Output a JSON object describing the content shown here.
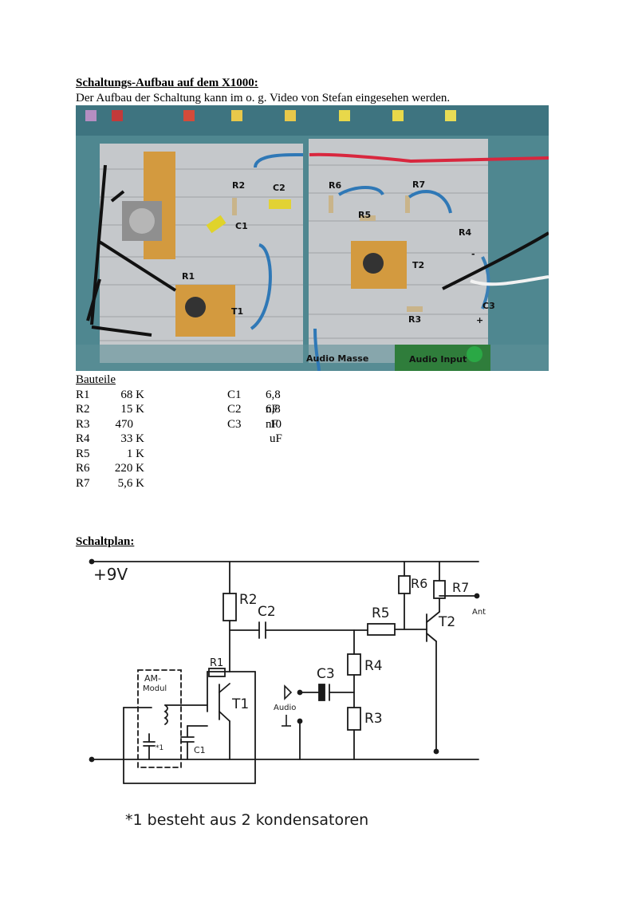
{
  "section1": {
    "heading": "Schaltungs-Aufbau auf dem X1000:",
    "intro": "Der Aufbau der Schaltung kann im o. g. Video von Stefan eingesehen werden."
  },
  "photo_labels": {
    "r1": "R1",
    "r2": "R2",
    "r3": "R3",
    "r4": "R4",
    "r5": "R5",
    "r6": "R6",
    "r7": "R7",
    "c1": "C1",
    "c2": "C2",
    "c3": "C3",
    "t1": "T1",
    "t2": "T2",
    "minus": "-",
    "plus": "+",
    "audio_masse": "Audio Masse",
    "audio_input": "Audio Input"
  },
  "parts": {
    "title": "Bauteile",
    "resistors": [
      {
        "name": "R1",
        "value": "68 K"
      },
      {
        "name": "R2",
        "value": "15 K"
      },
      {
        "name": "R3",
        "value": "470"
      },
      {
        "name": "R4",
        "value": "33 K"
      },
      {
        "name": "R5",
        "value": "1 K"
      },
      {
        "name": "R6",
        "value": "220 K"
      },
      {
        "name": "R7",
        "value": "5,6 K"
      }
    ],
    "capacitors": [
      {
        "name": "C1",
        "value": "6,8 nF"
      },
      {
        "name": "C2",
        "value": "6,8 nF"
      },
      {
        "name": "C3",
        "value": "10 uF"
      }
    ]
  },
  "section2": {
    "heading": "Schaltplan:"
  },
  "schematic": {
    "supply": "+9V",
    "r1": "R1",
    "r2": "R2",
    "r3": "R3",
    "r4": "R4",
    "r5": "R5",
    "r6": "R6",
    "r7": "R7",
    "c1": "C1",
    "c2": "C2",
    "c3": "C3",
    "t1": "T1",
    "t2": "T2",
    "ant": "Ant",
    "audio": "Audio",
    "module_line1": "AM-",
    "module_line2": "Modul",
    "star_mark": "*1",
    "footnote": "*1 besteht aus 2 kondensatoren"
  }
}
